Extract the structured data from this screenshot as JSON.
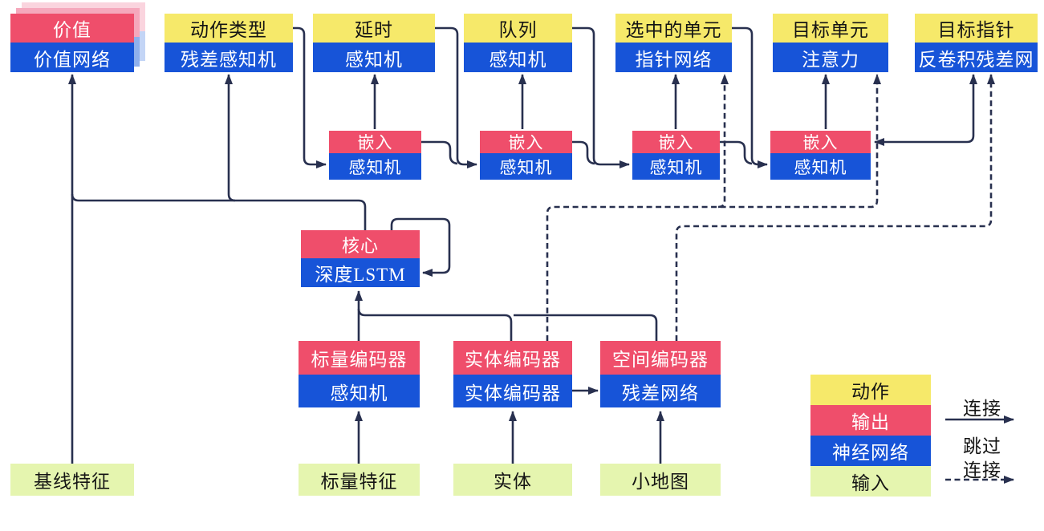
{
  "heads": [
    {
      "action": "价值",
      "network": "价值网络"
    },
    {
      "action": "动作类型",
      "network": "残差感知机"
    },
    {
      "action": "延时",
      "network": "感知机"
    },
    {
      "action": "队列",
      "network": "感知机"
    },
    {
      "action": "选中的单元",
      "network": "指针网络"
    },
    {
      "action": "目标单元",
      "network": "注意力"
    },
    {
      "action": "目标指针",
      "network": "反卷积残差网"
    }
  ],
  "embeds": [
    {
      "output": "嵌入",
      "network": "感知机"
    },
    {
      "output": "嵌入",
      "network": "感知机"
    },
    {
      "output": "嵌入",
      "network": "感知机"
    },
    {
      "output": "嵌入",
      "network": "感知机"
    }
  ],
  "core": {
    "output": "核心",
    "network": "深度LSTM"
  },
  "encoders": [
    {
      "output": "标量编码器",
      "network": "感知机"
    },
    {
      "output": "实体编码器",
      "network": "实体编码器"
    },
    {
      "output": "空间编码器",
      "network": "残差网络"
    }
  ],
  "inputs": [
    {
      "label": "基线特征"
    },
    {
      "label": "标量特征"
    },
    {
      "label": "实体"
    },
    {
      "label": "小地图"
    }
  ],
  "legend": {
    "items": [
      {
        "label": "动作",
        "type": "action"
      },
      {
        "label": "输出",
        "type": "output"
      },
      {
        "label": "神经网络",
        "type": "network"
      },
      {
        "label": "输入",
        "type": "input"
      }
    ],
    "solid_label": "连接",
    "skip_label_1": "跳过",
    "skip_label_2": "连接"
  },
  "colors": {
    "action_yellow": "#F6E96A",
    "output_pink": "#EF4E6B",
    "network_blue": "#1754D8",
    "input_green": "#E5F5AF",
    "line_navy": "#28304F"
  }
}
